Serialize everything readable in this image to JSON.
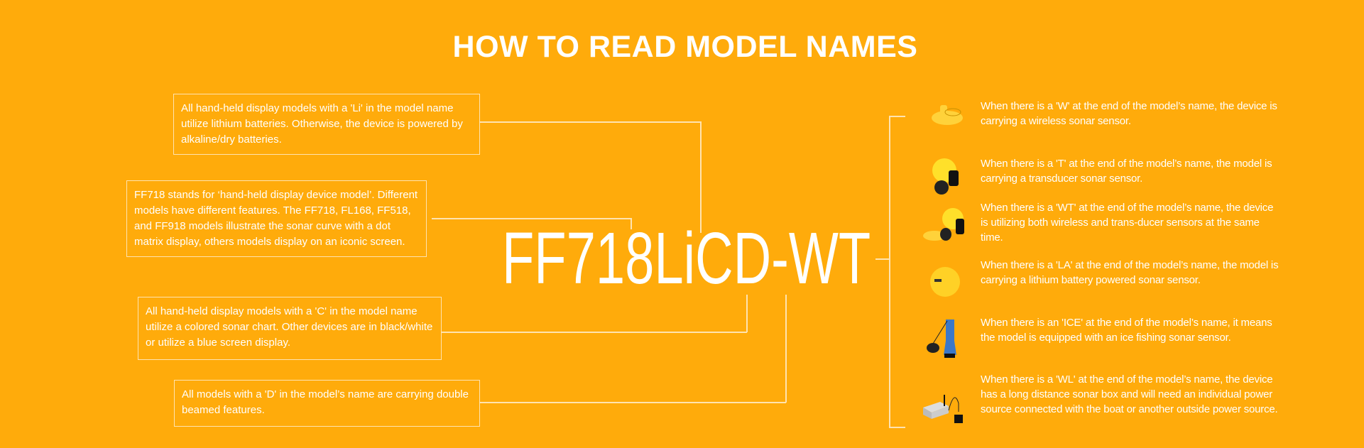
{
  "title": "HOW TO READ MODEL NAMES",
  "model_name": "FF718LiCD-WT",
  "left_notes": [
    "All hand-held display models with a 'Li' in the model name utilize lithium batteries. Otherwise, the device is powered by alkaline/dry batteries.",
    "FF718 stands for ‘hand-held display device model’. Different models have different features. The FF718, FL168, FF518, and FF918 models illustrate the sonar curve with a dot matrix display, others models display on an iconic screen.",
    "All hand-held display models with a 'C' in the model name utilize a colored sonar chart.  Other devices are in black/white or utilize a blue screen display.",
    "All models with a 'D' in the model’s name are carrying double beamed features."
  ],
  "suffixes": [
    {
      "icon": "wireless-sensor-icon",
      "text": "When there is a 'W' at the end of the model’s name, the device is carrying a wireless sonar sensor."
    },
    {
      "icon": "transducer-icon",
      "text": "When there is a 'T' at the end of the model’s name, the model is carrying a transducer sonar sensor."
    },
    {
      "icon": "wireless-transducer-icon",
      "text": "When there is a 'WT' at the end of the model’s name, the device is utilizing both wireless and trans-ducer sensors at the same time."
    },
    {
      "icon": "lithium-sensor-icon",
      "text": "When there is a 'LA' at the end of the model’s name, the model is carrying a lithium battery powered sonar sensor."
    },
    {
      "icon": "ice-sensor-icon",
      "text": "When there is an 'ICE' at the end of the model’s name, it means the model is equipped with an ice fishing sonar sensor."
    },
    {
      "icon": "sonar-box-icon",
      "text": "When there is a 'WL' at the end of the model’s name, the device has a long distance sonar box and will need an individual power source connected with the boat or another outside power source."
    }
  ]
}
